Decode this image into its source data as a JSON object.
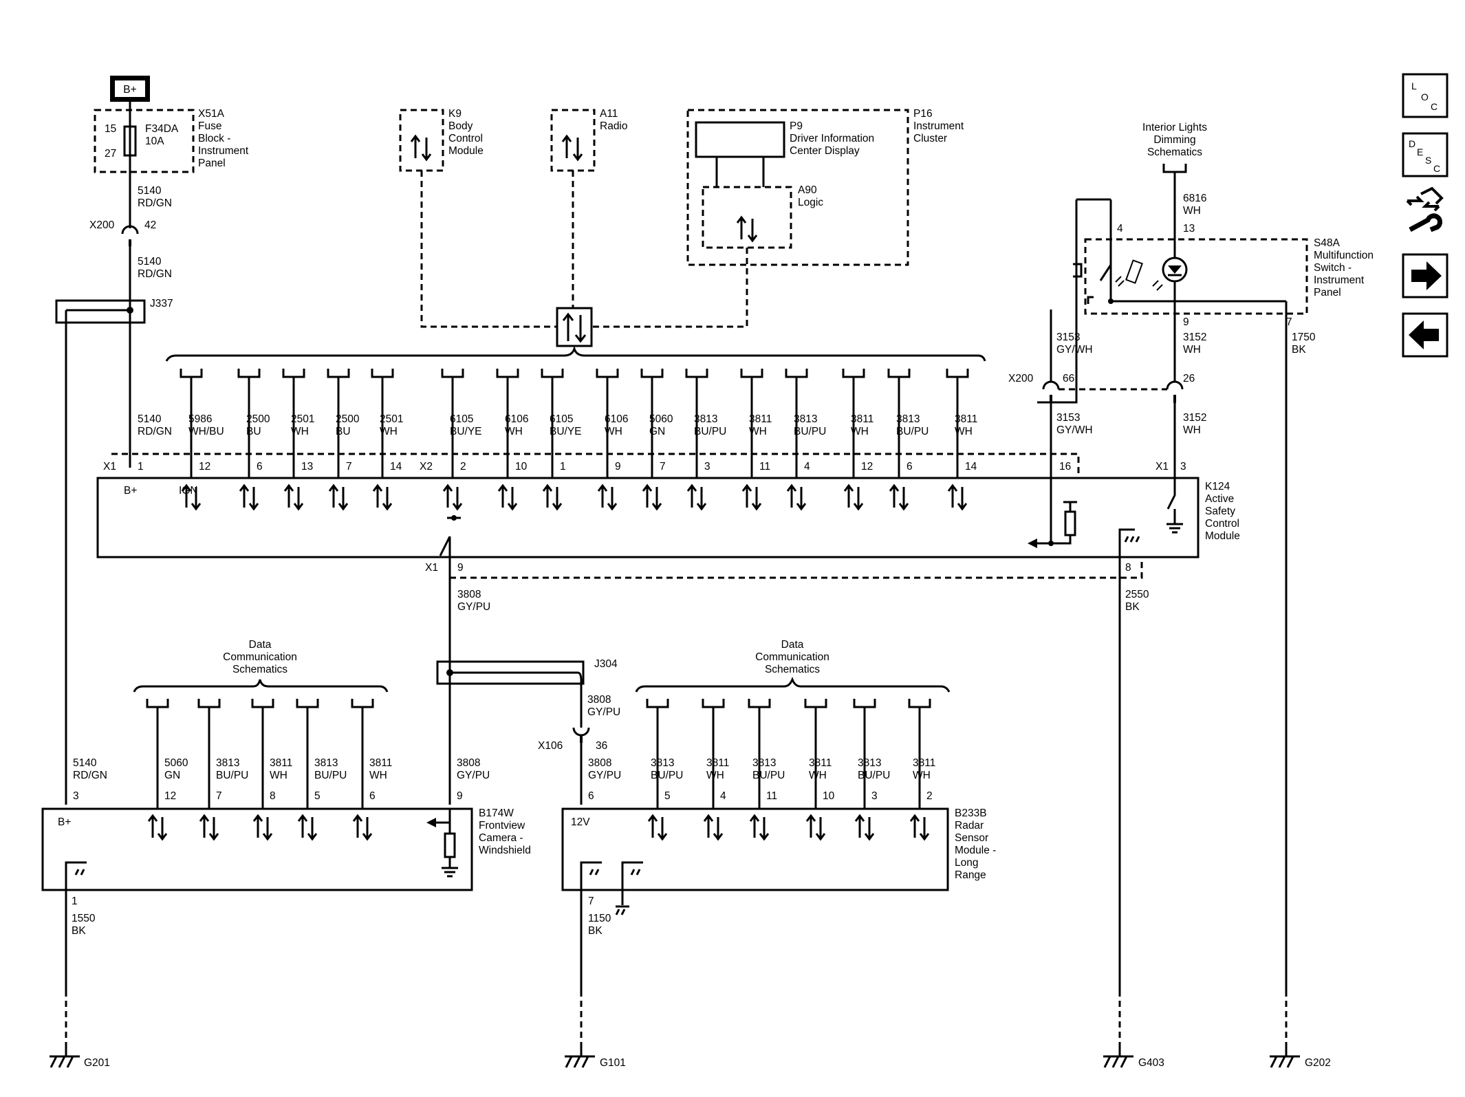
{
  "power": {
    "bplus": "B+",
    "fuse_block": [
      "X51A",
      "Fuse",
      "Block -",
      "Instrument",
      "Panel"
    ],
    "fuse_name": [
      "F34DA",
      "10A"
    ],
    "fuse_pins": [
      "15",
      "27"
    ]
  },
  "modules": {
    "k9": [
      "K9",
      "Body",
      "Control",
      "Module"
    ],
    "a11": [
      "A11",
      "Radio"
    ],
    "p16": [
      "P16",
      "Instrument",
      "Cluster"
    ],
    "p9": [
      "P9",
      "Driver Information",
      "Center Display"
    ],
    "a90": [
      "A90",
      "Logic"
    ],
    "k124": [
      "K124",
      "Active",
      "Safety",
      "Control",
      "Module"
    ],
    "s48a": [
      "S48A",
      "Multifunction",
      "Switch -",
      "Instrument",
      "Panel"
    ],
    "b174w": [
      "B174W",
      "Frontview",
      "Camera -",
      "Windshield"
    ],
    "b233b": [
      "B233B",
      "Radar",
      "Sensor",
      "Module -",
      "Long",
      "Range"
    ]
  },
  "refs": {
    "interior": [
      "Interior Lights",
      "Dimming",
      "Schematics"
    ],
    "data_comm": [
      "Data",
      "Communication",
      "Schematics"
    ]
  },
  "labels": {
    "x200": "X200",
    "x106": "X106",
    "x1": "X1",
    "x2": "X2",
    "j337": "J337",
    "j304": "J304",
    "bplus_pin": "B+",
    "ign_pin": "IGN",
    "v12": "12V",
    "x200_42": "42",
    "x200_66": "66",
    "x200_26": "26",
    "x106_36": "36",
    "s48a_4": "4",
    "s48a_13": "13",
    "s48a_9": "9",
    "s48a_7": "7"
  },
  "wires": {
    "w5140": [
      "5140",
      "RD/GN"
    ],
    "w3153": [
      "3153",
      "GY/WH"
    ],
    "w3152": [
      "3152",
      "WH"
    ],
    "w6816": [
      "6816",
      "WH"
    ],
    "w1750": [
      "1750",
      "BK"
    ],
    "w3808": [
      "3808",
      "GY/PU"
    ],
    "w2550": [
      "2550",
      "BK"
    ],
    "w1550": [
      "1550",
      "BK"
    ],
    "w1150": [
      "1150",
      "BK"
    ]
  },
  "k124_pins": [
    {
      "circuit": "5140",
      "color": "RD/GN",
      "pin": "1"
    },
    {
      "circuit": "5986",
      "color": "WH/BU",
      "pin": "12"
    },
    {
      "circuit": "2500",
      "color": "BU",
      "pin": "6"
    },
    {
      "circuit": "2501",
      "color": "WH",
      "pin": "13"
    },
    {
      "circuit": "2500",
      "color": "BU",
      "pin": "7"
    },
    {
      "circuit": "2501",
      "color": "WH",
      "pin": "14"
    },
    {
      "circuit": "6105",
      "color": "BU/YE",
      "pin": "2"
    },
    {
      "circuit": "6106",
      "color": "WH",
      "pin": "10"
    },
    {
      "circuit": "6105",
      "color": "BU/YE",
      "pin": "1"
    },
    {
      "circuit": "6106",
      "color": "WH",
      "pin": "9"
    },
    {
      "circuit": "5060",
      "color": "GN",
      "pin": "7"
    },
    {
      "circuit": "3813",
      "color": "BU/PU",
      "pin": "3"
    },
    {
      "circuit": "3811",
      "color": "WH",
      "pin": "11"
    },
    {
      "circuit": "3813",
      "color": "BU/PU",
      "pin": "4"
    },
    {
      "circuit": "3811",
      "color": "WH",
      "pin": "12"
    },
    {
      "circuit": "3813",
      "color": "BU/PU",
      "pin": "6"
    },
    {
      "circuit": "3811",
      "color": "WH",
      "pin": "14"
    }
  ],
  "k124_other_pins": {
    "p16": "16",
    "p3": "3",
    "p9": "9",
    "p8": "8"
  },
  "b174w_pins": [
    {
      "circuit": "5140",
      "color": "RD/GN",
      "pin": "3"
    },
    {
      "circuit": "5060",
      "color": "GN",
      "pin": "12"
    },
    {
      "circuit": "3813",
      "color": "BU/PU",
      "pin": "7"
    },
    {
      "circuit": "3811",
      "color": "WH",
      "pin": "8"
    },
    {
      "circuit": "3813",
      "color": "BU/PU",
      "pin": "5"
    },
    {
      "circuit": "3811",
      "color": "WH",
      "pin": "6"
    },
    {
      "circuit": "3808",
      "color": "GY/PU",
      "pin": "9"
    }
  ],
  "b174w_gnd_pin": "1",
  "b233b_pins": [
    {
      "circuit": "3808",
      "color": "GY/PU",
      "pin": "6"
    },
    {
      "circuit": "3813",
      "color": "BU/PU",
      "pin": "5"
    },
    {
      "circuit": "3811",
      "color": "WH",
      "pin": "4"
    },
    {
      "circuit": "3813",
      "color": "BU/PU",
      "pin": "11"
    },
    {
      "circuit": "3811",
      "color": "WH",
      "pin": "10"
    },
    {
      "circuit": "3813",
      "color": "BU/PU",
      "pin": "3"
    },
    {
      "circuit": "3811",
      "color": "WH",
      "pin": "2"
    }
  ],
  "b233b_gnd_pin": "7",
  "grounds": [
    "G201",
    "G101",
    "G403",
    "G202"
  ],
  "nav": {
    "loc": [
      "L",
      "O",
      "C"
    ],
    "desc": [
      "D",
      "E",
      "S",
      "C"
    ]
  }
}
